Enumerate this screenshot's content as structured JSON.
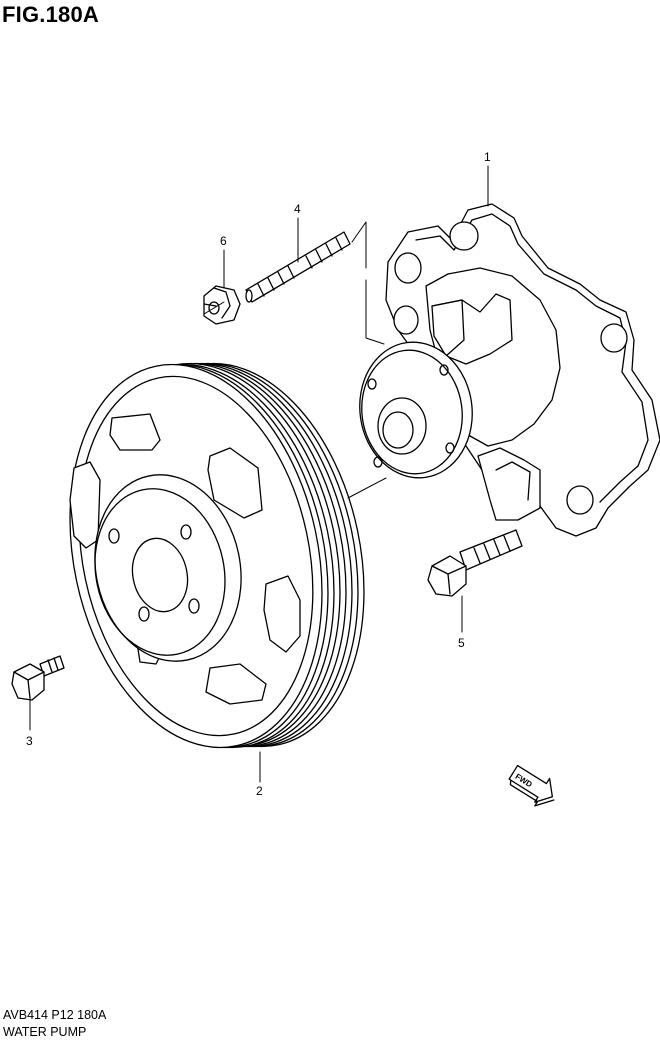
{
  "figure": {
    "title": "FIG.180A"
  },
  "callouts": [
    {
      "num": "1",
      "part": "water-pump-body"
    },
    {
      "num": "2",
      "part": "pulley"
    },
    {
      "num": "3",
      "part": "pulley-bolt"
    },
    {
      "num": "4",
      "part": "stud-bolt"
    },
    {
      "num": "5",
      "part": "pump-bolt"
    },
    {
      "num": "6",
      "part": "nut"
    }
  ],
  "fwd_badge": {
    "label": "FWD"
  },
  "footer": {
    "code": "AVB414 P12 180A",
    "name": "WATER PUMP"
  }
}
